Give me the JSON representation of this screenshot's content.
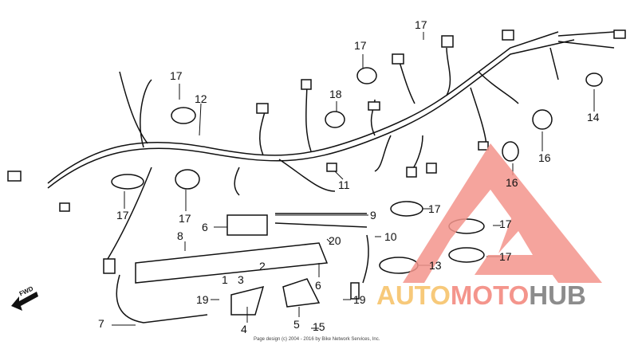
{
  "callouts": [
    "17",
    "12",
    "17",
    "17",
    "18",
    "14",
    "16",
    "16",
    "11",
    "17",
    "17",
    "17",
    "9",
    "6",
    "8",
    "10",
    "20",
    "17",
    "2",
    "1",
    "3",
    "17",
    "13",
    "6",
    "19",
    "19",
    "7",
    "4",
    "5",
    "15"
  ],
  "fwd_label": "FWD",
  "credit": "Page design (c) 2004 - 2016 by Bike Network Services, Inc.",
  "watermark": {
    "part1": "AUTO",
    "part2": "MOTO",
    "part3": "HUB",
    "colors": {
      "auto": "#f7c97a",
      "moto": "#f4958c",
      "hub": "#8c8c8c",
      "triangle": "#f4958c"
    }
  }
}
